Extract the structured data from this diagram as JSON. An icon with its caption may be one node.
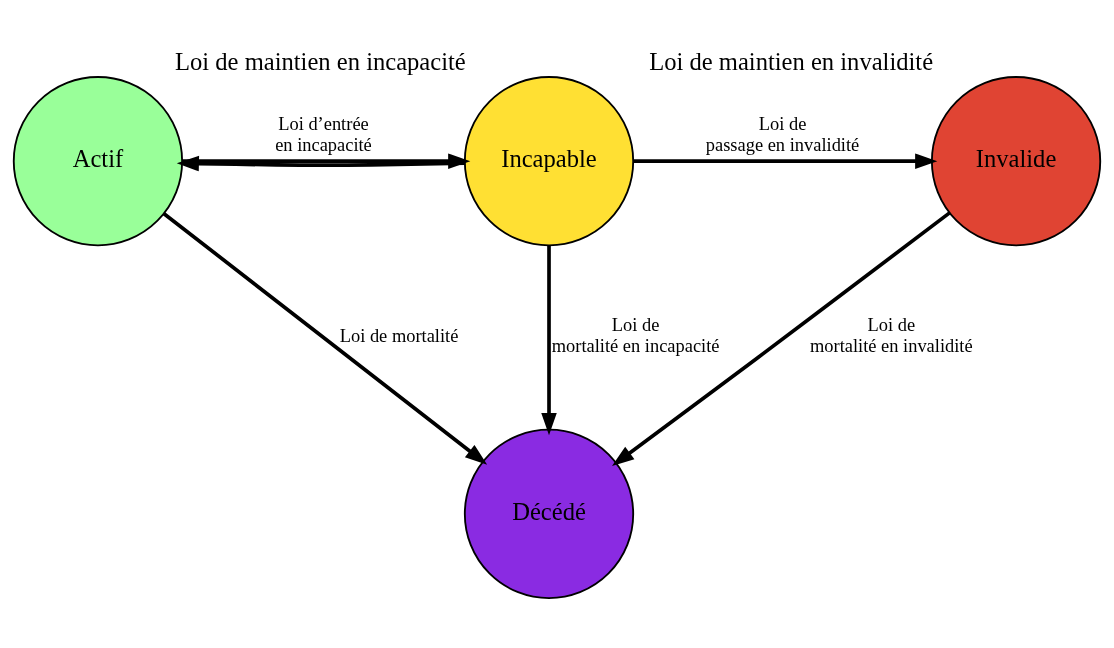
{
  "diagram": {
    "nodes": [
      {
        "text": [
          "Actif"
        ]
      },
      {
        "text": [
          "Incapable"
        ],
        "beside": [
          "Loi de maintien en incapacité"
        ]
      },
      {
        "text": [
          "Invalide"
        ],
        "beside": [
          "Loi de maintien en invalidité"
        ]
      },
      {
        "text": [
          "Décédé"
        ]
      }
    ],
    "edges": [
      {
        "from": 0,
        "to": 1,
        "arrow": "to",
        "label": "Loi d’entrée en incapacité"
      },
      {
        "from": 1,
        "to": 0,
        "arrow": "to"
      },
      {
        "from": 1,
        "to": 2,
        "arrow": "to",
        "label": "Loi de passage en invalidité"
      },
      {
        "from": 0,
        "to": 3,
        "arrow": "to",
        "label": "Loi de mortalité"
      },
      {
        "from": 1,
        "to": 3,
        "arrow": "to",
        "label": "Loi de mortalité en incapacité"
      },
      {
        "from": 2,
        "to": 3,
        "arrow": "to",
        "label": "Loi de mortalité en invalidité"
      }
    ]
  }
}
